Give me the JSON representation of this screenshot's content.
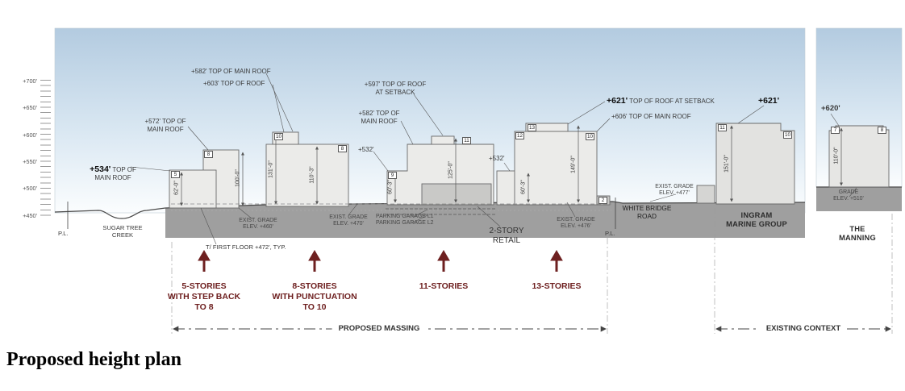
{
  "page": {
    "title": "Proposed height plan"
  },
  "scale": {
    "labels": [
      "+700'",
      "+650'",
      "+600'",
      "+550'",
      "+500'",
      "+450'"
    ]
  },
  "roof_annotations": {
    "b1_main_value": "+534'",
    "b1_main_rest": " TOP OF\nMAIN ROOF",
    "b1_upper": "+572' TOP OF\nMAIN ROOF",
    "b2_main": "+582' TOP OF MAIN ROOF",
    "b2_top": "+603' TOP OF ROOF",
    "b3_setback": "+597' TOP OF ROOF\nAT SETBACK",
    "b3_main": "+582' TOP OF\nMAIN ROOF",
    "b3_low": "+532'",
    "b4_low": "+532'",
    "b4_setback_value": "+621'",
    "b4_setback_rest": " TOP OF ROOF AT SETBACK",
    "b4_main": "+606' TOP OF MAIN ROOF",
    "ingram_value": "+621'",
    "manning_value": "+620'"
  },
  "dimensions": {
    "d62": "62'-0\"",
    "d100": "100'-0\"",
    "d131": "131'-0\"",
    "d110_3": "110'-3\"",
    "d60_3_a": "60'-3\"",
    "d125": "125'-0\"",
    "d60_3_b": "60'-3\"",
    "d149": "149'-0\"",
    "d151": "151'-0\"",
    "d110": "110'-0\""
  },
  "story_boxes": [
    "5",
    "8",
    "10",
    "8",
    "9",
    "11",
    "12",
    "13",
    "10",
    "2",
    "11",
    "10",
    "7",
    "8"
  ],
  "ground_labels": {
    "pl_left": "P.L.",
    "pl_right": "P.L.",
    "sugar_creek": "SUGAR TREE\nCREEK",
    "first_floor": "T/ FIRST FLOOR +472', TYP.",
    "grade460": "EXIST. GRADE\nELEV. +460'",
    "grade470": "EXIST. GRADE\nELEV. +470'",
    "parking": "PARKING GARAGE L1\nPARKING GARAGE L2",
    "retail": "2-STORY\nRETAIL",
    "grade476": "EXIST. GRADE\nELEV. +476'",
    "white_bridge": "WHITE BRIDGE\nROAD",
    "grade477": "EXIST. GRADE\nELEV. +477'",
    "ingram": "INGRAM\nMARINE GROUP",
    "grade510": "GRADE\nELEV. +510'",
    "manning": "THE MANNING"
  },
  "massing_notes": {
    "n1": "5-STORIES\nWITH STEP BACK\nTO 8",
    "n2": "8-STORIES\nWITH PUNCTUATION\nTO 10",
    "n3": "11-STORIES",
    "n4": "13-STORIES"
  },
  "spans": {
    "proposed": "PROPOSED MASSING",
    "existing": "EXISTING CONTEXT"
  },
  "colors": {
    "sky_top": "#b3cbe0",
    "ground": "#9f9f9f",
    "building": "#ebebe9",
    "accent_red": "#6e2020"
  }
}
